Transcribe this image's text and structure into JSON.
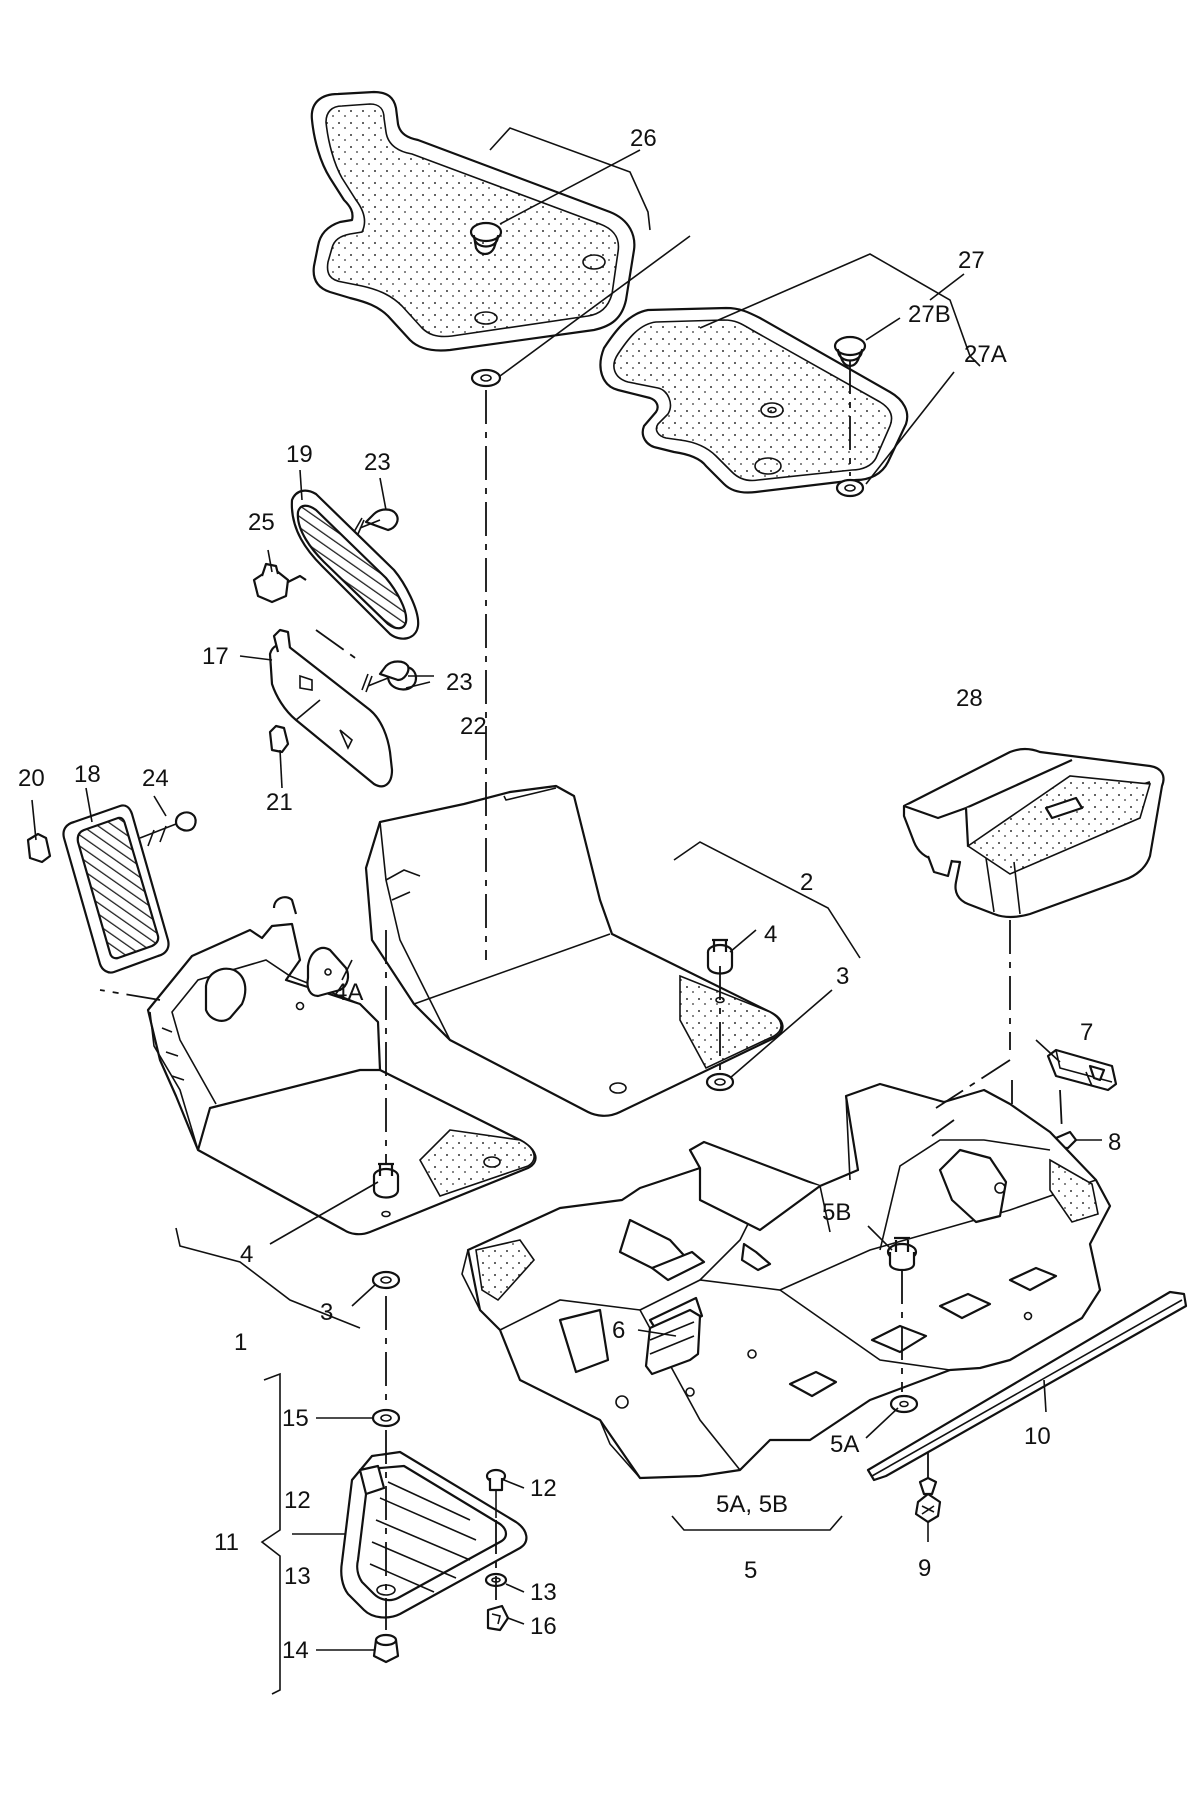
{
  "labels": {
    "l1": "1",
    "l2": "2",
    "l3a": "3",
    "l3b": "3",
    "l4a": "4",
    "l4b": "4",
    "l4A": "4A",
    "l5": "5",
    "l5A": "5A",
    "l5B": "5B",
    "l5A5B": "5A, 5B",
    "l6": "6",
    "l7": "7",
    "l8": "8",
    "l9": "9",
    "l10": "10",
    "l11": "11",
    "l12a": "12",
    "l12b": "12",
    "l13a": "13",
    "l13b": "13",
    "l14": "14",
    "l15": "15",
    "l16": "16",
    "l17": "17",
    "l18": "18",
    "l19": "19",
    "l20": "20",
    "l21": "21",
    "l22": "22",
    "l23a": "23",
    "l23b": "23",
    "l24": "24",
    "l25": "25",
    "l26": "26",
    "l27": "27",
    "l27A": "27A",
    "l27B": "27B",
    "l28": "28"
  }
}
